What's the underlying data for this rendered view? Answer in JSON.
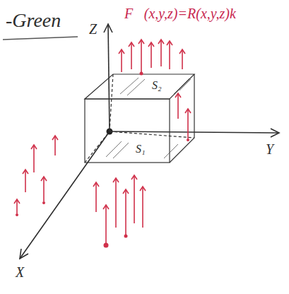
{
  "diagram": {
    "title": "-Green",
    "labels": [
      "F⃗(x,y,z)=R(x,y,z)k⃗",
      "Z",
      "S₂",
      "S₁",
      "Y",
      "X"
    ]
  }
}
